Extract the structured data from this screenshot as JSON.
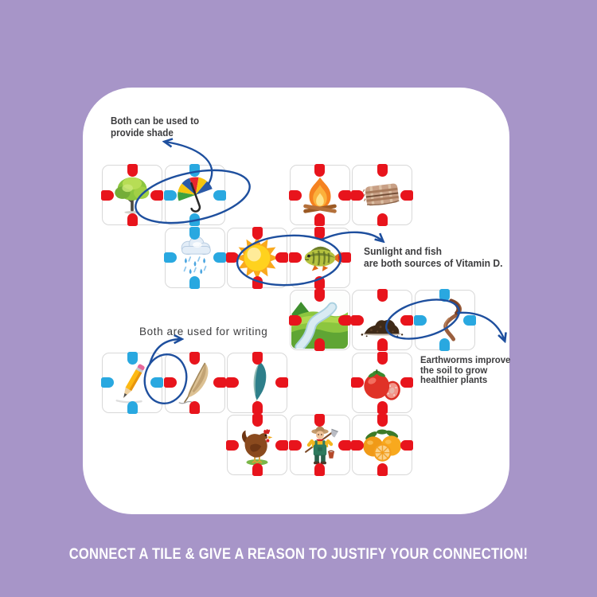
{
  "colors": {
    "background_purple": "#a795c8",
    "card_white": "#ffffff",
    "connector_red": "#e8141c",
    "connector_blue": "#29a8e0",
    "annotation_ink": "#1e4f9e",
    "annotation_text": "#3d3d3f",
    "tile_border": "#d8d8d8",
    "footer_text": "#ffffff"
  },
  "board": {
    "tiles": [
      {
        "id": "tree",
        "icon": "tree-icon",
        "row": 0,
        "col": 0,
        "connector_color": "red"
      },
      {
        "id": "umbrella",
        "icon": "umbrella-icon",
        "row": 0,
        "col": 1,
        "connector_color": "blue"
      },
      {
        "id": "campfire",
        "icon": "campfire-icon",
        "row": 0,
        "col": 3,
        "connector_color": "red"
      },
      {
        "id": "blanket",
        "icon": "blanket-icon",
        "row": 0,
        "col": 4,
        "connector_color": "red"
      },
      {
        "id": "rain-cloud",
        "icon": "rain-cloud-icon",
        "row": 1,
        "col": 1,
        "connector_color": "blue"
      },
      {
        "id": "sun",
        "icon": "sun-icon",
        "row": 1,
        "col": 2,
        "connector_color": "red"
      },
      {
        "id": "fish",
        "icon": "fish-icon",
        "row": 1,
        "col": 3,
        "connector_color": "red"
      },
      {
        "id": "river",
        "icon": "river-icon",
        "row": 2,
        "col": 3,
        "connector_color": "red"
      },
      {
        "id": "soil",
        "icon": "soil-icon",
        "row": 2,
        "col": 4,
        "connector_color": "red"
      },
      {
        "id": "earthworm",
        "icon": "earthworm-icon",
        "row": 2,
        "col": 5,
        "connector_color": "blue"
      },
      {
        "id": "pencil",
        "icon": "pencil-icon",
        "row": 3,
        "col": 0,
        "connector_color": "blue"
      },
      {
        "id": "quill",
        "icon": "quill-icon",
        "row": 3,
        "col": 1,
        "connector_color": "red"
      },
      {
        "id": "feather",
        "icon": "feather-icon",
        "row": 3,
        "col": 2,
        "connector_color": "red"
      },
      {
        "id": "tomato",
        "icon": "tomato-icon",
        "row": 3,
        "col": 4,
        "connector_color": "red"
      },
      {
        "id": "hen",
        "icon": "hen-icon",
        "row": 4,
        "col": 2,
        "connector_color": "red"
      },
      {
        "id": "farmer",
        "icon": "farmer-icon",
        "row": 4,
        "col": 3,
        "connector_color": "red"
      },
      {
        "id": "oranges",
        "icon": "oranges-icon",
        "row": 4,
        "col": 4,
        "connector_color": "red"
      }
    ]
  },
  "annotations": [
    {
      "id": "shade",
      "lines": [
        "Both can be used to",
        "provide shade"
      ]
    },
    {
      "id": "vitamin-d",
      "lines": [
        "Sunlight and fish",
        "are both sources of Vitamin D."
      ]
    },
    {
      "id": "writing",
      "lines": [
        "Both are used for writing"
      ]
    },
    {
      "id": "earthworms",
      "lines": [
        "Earthworms improve",
        "the soil to grow",
        "healthier plants"
      ]
    }
  ],
  "footer": {
    "text": "CONNECT A TILE & GIVE A REASON TO JUSTIFY YOUR CONNECTION!"
  }
}
